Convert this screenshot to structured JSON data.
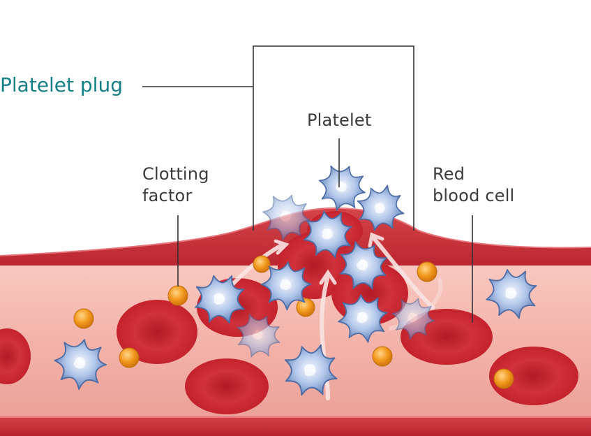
{
  "diagram": {
    "title": "Platelet plug",
    "labels": {
      "platelet": "Platelet",
      "clotting_factor": [
        "Clotting",
        "factor"
      ],
      "red_blood_cell": [
        "Red",
        "blood cell"
      ]
    },
    "colors": {
      "title": "#137f86",
      "label_text": "#3b3b3b",
      "vessel_wall": "#c7323a",
      "vessel_lumen": "#f3b6ad",
      "red_blood_cell": "#c9262f",
      "platelet": "#9fb6dc",
      "clotting_factor": "#f09a25",
      "arrow": "#f9e4e2"
    }
  }
}
